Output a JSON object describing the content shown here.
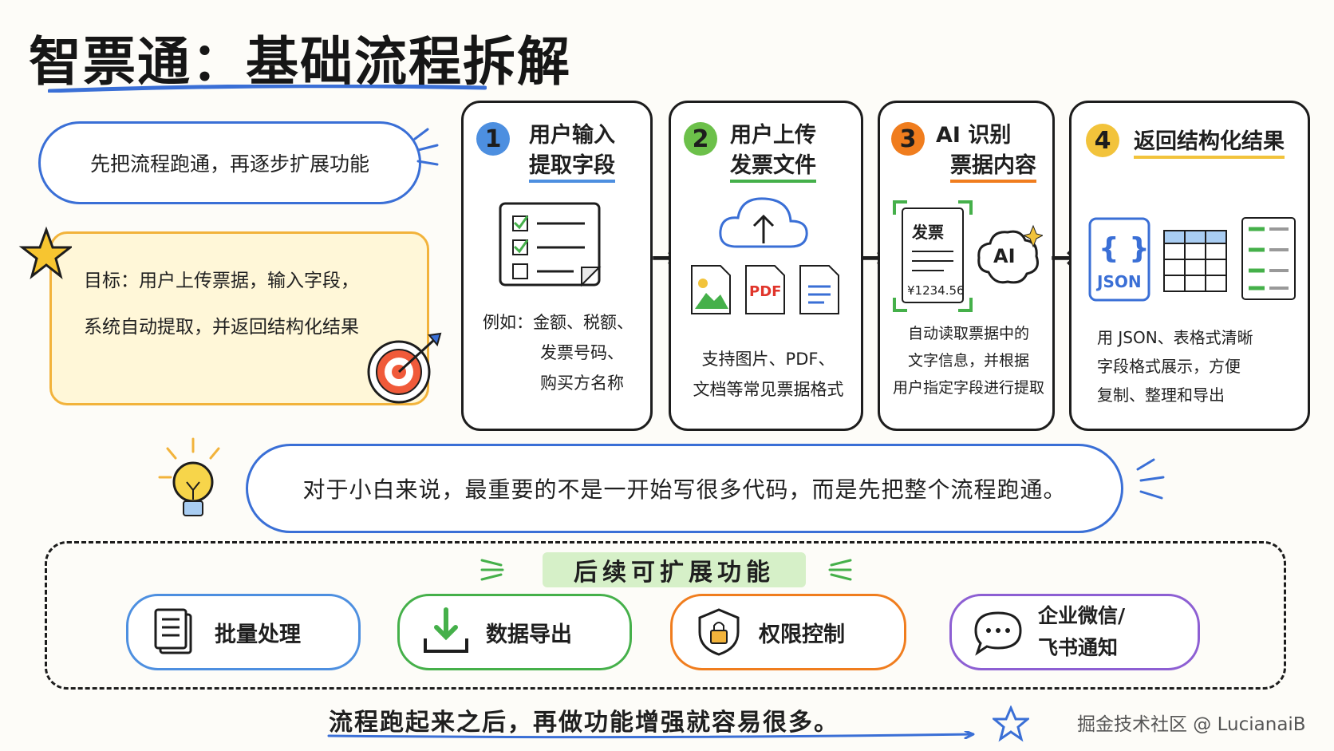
{
  "title": "智票通：基础流程拆解",
  "tip": "先把流程跑通，再逐步扩展功能",
  "goal": {
    "line1": "目标：用户上传票据，输入字段，",
    "line2": "系统自动提取，并返回结构化结果"
  },
  "steps": [
    {
      "number": "1",
      "title_line1": "用户输入",
      "title_line2": "提取字段",
      "color": "#4d8fe0",
      "desc_lines": [
        "例如：金额、税额、",
        "发票号码、",
        "购买方名称"
      ]
    },
    {
      "number": "2",
      "title_line1": "用户上传",
      "title_line2": "发票文件",
      "color": "#6cc04a",
      "desc_lines": [
        "支持图片、PDF、",
        "文档等常见票据格式"
      ],
      "file_labels": {
        "pdf": "PDF"
      }
    },
    {
      "number": "3",
      "title_line1": "AI 识别",
      "title_line2": "票据内容",
      "color": "#f07d1e",
      "desc_lines": [
        "自动读取票据中的",
        "文字信息，并根据",
        "用户指定字段进行提取"
      ],
      "invoice": {
        "heading": "发票",
        "amount": "¥1234.56"
      },
      "ai_label": "AI"
    },
    {
      "number": "4",
      "title_line1": "返回结构化结果",
      "title_line2": "",
      "color": "#f2c33b",
      "desc_lines": [
        "用 JSON、表格式清晰",
        "字段格式展示，方便",
        "复制、整理和导出"
      ],
      "json_label": "JSON",
      "json_braces": "{ }"
    }
  ],
  "cloud_message": "对于小白来说，最重要的不是一开始写很多代码，而是先把整个流程跑通。",
  "extensions": {
    "title": "后续可扩展功能",
    "items": [
      {
        "label": "批量处理",
        "icon": "document-stack-icon",
        "color": "#4d8fe0"
      },
      {
        "label": "数据导出",
        "icon": "download-icon",
        "color": "#45b04a"
      },
      {
        "label": "权限控制",
        "icon": "shield-lock-icon",
        "color": "#f07d1e"
      },
      {
        "label_line1": "企业微信/",
        "label_line2": "飞书通知",
        "icon": "chat-bubble-icon",
        "color": "#8d5fd3"
      }
    ]
  },
  "footer_note": "流程跑起来之后，再做功能增强就容易很多。",
  "watermark": "掘金技术社区 @ LucianaiB"
}
